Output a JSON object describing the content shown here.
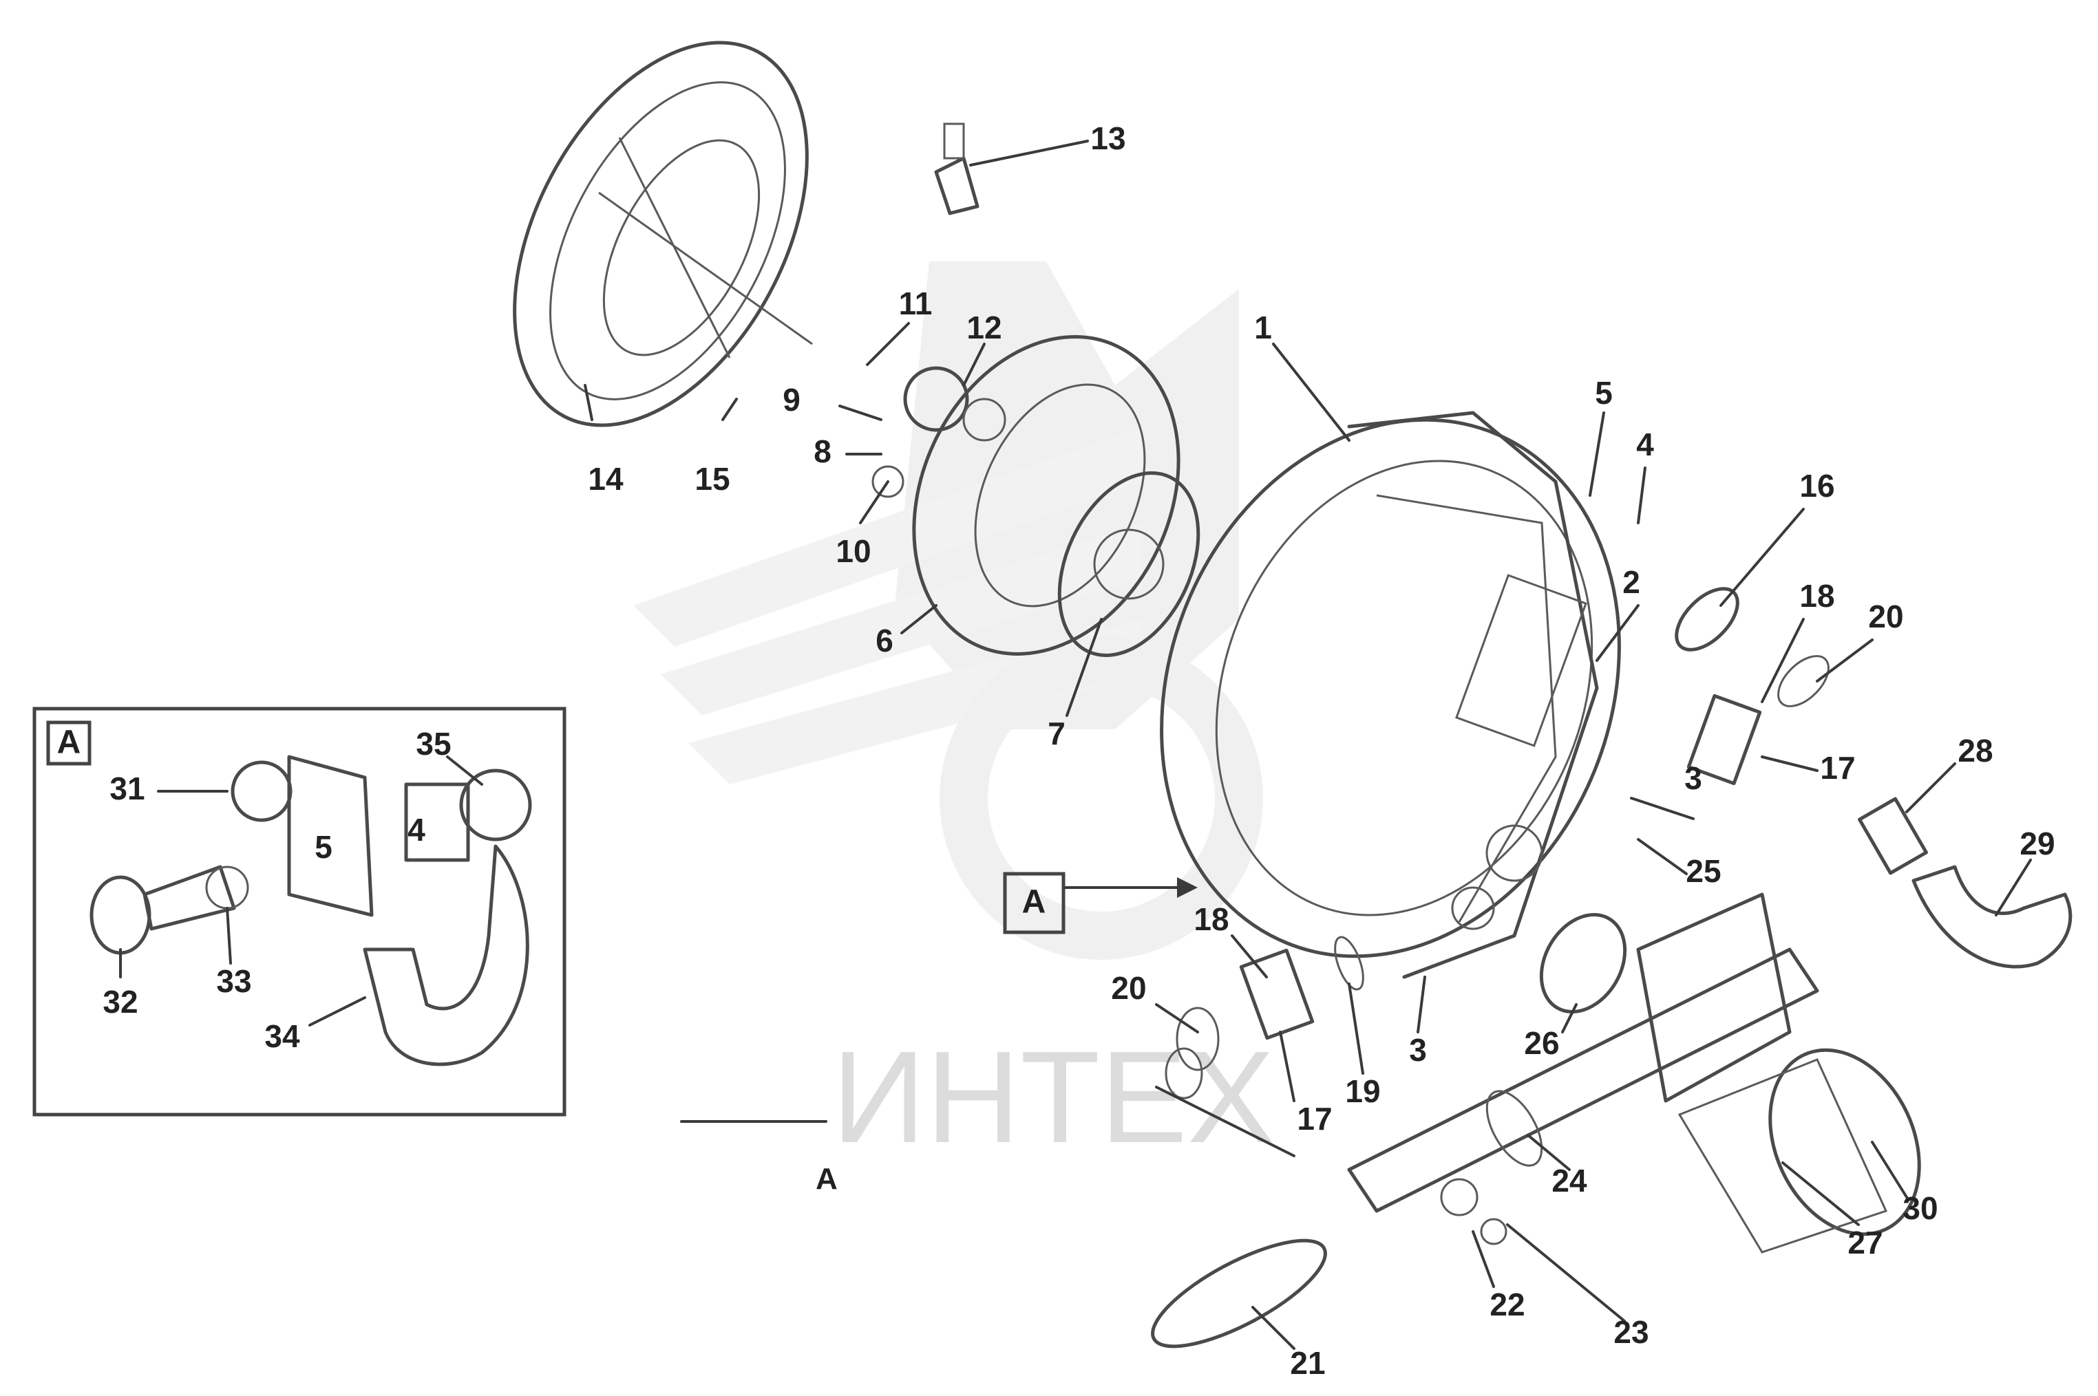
{
  "watermark": {
    "text": "ИНТЕХ"
  },
  "figure_caption": {
    "code": "",
    "view_text": "",
    "view_letter": "A"
  },
  "detail_view": {
    "letter": "A"
  },
  "detail_marker": {
    "letter": "A"
  },
  "callouts": [
    {
      "id": "c1",
      "label": "1"
    },
    {
      "id": "c2",
      "label": "2"
    },
    {
      "id": "c3",
      "label": "3"
    },
    {
      "id": "c4",
      "label": "4"
    },
    {
      "id": "c5",
      "label": "5"
    },
    {
      "id": "c6",
      "label": "6"
    },
    {
      "id": "c7",
      "label": "7"
    },
    {
      "id": "c8",
      "label": "8"
    },
    {
      "id": "c9",
      "label": "9"
    },
    {
      "id": "c10",
      "label": "10"
    },
    {
      "id": "c11",
      "label": "11"
    },
    {
      "id": "c12",
      "label": "12"
    },
    {
      "id": "c13",
      "label": "13"
    },
    {
      "id": "c14",
      "label": "14"
    },
    {
      "id": "c15",
      "label": "15"
    },
    {
      "id": "c16",
      "label": "16"
    },
    {
      "id": "c17a",
      "label": "17"
    },
    {
      "id": "c17b",
      "label": "17"
    },
    {
      "id": "c18a",
      "label": "18"
    },
    {
      "id": "c18b",
      "label": "18"
    },
    {
      "id": "c19",
      "label": "19"
    },
    {
      "id": "c20a",
      "label": "20"
    },
    {
      "id": "c20b",
      "label": "20"
    },
    {
      "id": "c21",
      "label": "21"
    },
    {
      "id": "c22",
      "label": "22"
    },
    {
      "id": "c23",
      "label": "23"
    },
    {
      "id": "c24",
      "label": "24"
    },
    {
      "id": "c25",
      "label": "25"
    },
    {
      "id": "c26",
      "label": "26"
    },
    {
      "id": "c27",
      "label": "27"
    },
    {
      "id": "c28",
      "label": "28"
    },
    {
      "id": "c29",
      "label": "29"
    },
    {
      "id": "c30",
      "label": "30"
    },
    {
      "id": "c31",
      "label": "31"
    },
    {
      "id": "c32",
      "label": "32"
    },
    {
      "id": "c33",
      "label": "33"
    },
    {
      "id": "c34",
      "label": "34"
    },
    {
      "id": "c35",
      "label": "35"
    },
    {
      "id": "c3b",
      "label": "3"
    },
    {
      "id": "c4b",
      "label": "4"
    },
    {
      "id": "c5b",
      "label": "5"
    }
  ]
}
